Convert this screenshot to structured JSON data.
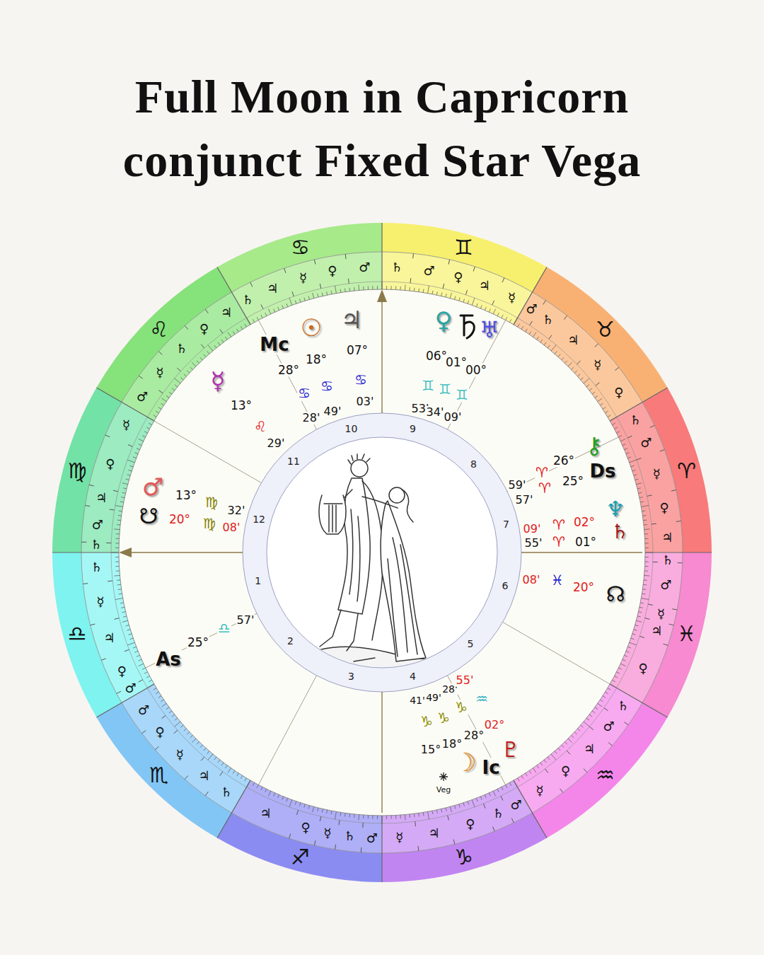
{
  "diagram": {
    "title": "Full Moon in Capricorn conjunct Fixed Star Vega",
    "labels": [
      "♈",
      "♉",
      "♊",
      "♋",
      "♌",
      "♍",
      "♎",
      "♏",
      "♐",
      "♑",
      "♒",
      "♓",
      "♃",
      "♀",
      "☿",
      "♂",
      "♄",
      "♀",
      "☿",
      "♃",
      "♄",
      "♂",
      "☿",
      "♃",
      "♀",
      "♂",
      "♄",
      "♂",
      "♀",
      "☿",
      "♃",
      "♄",
      "♃",
      "♀",
      "♄",
      "☿",
      "♂",
      "☿",
      "♀",
      "♃",
      "♂",
      "♄",
      "♄",
      "☿",
      "♃",
      "♀",
      "♂",
      "♂",
      "♀",
      "☿",
      "♃",
      "♄",
      "♃",
      "♀",
      "☿",
      "♄",
      "♂",
      "☿",
      "♃",
      "♀",
      "♄",
      "♂",
      "☿",
      "♀",
      "♃",
      "♂",
      "♄",
      "♀",
      "♃",
      "☿",
      "♂",
      "♄",
      "1",
      "2",
      "3",
      "4",
      "5",
      "6",
      "7",
      "8",
      "9",
      "10",
      "11",
      "12",
      "Mc",
      "☉",
      "♃",
      "28°",
      "18°",
      "07°",
      "♋",
      "♋",
      "♋",
      "28'",
      "49'",
      "03'",
      "♀",
      "♅",
      "06°",
      "01°",
      "00°",
      "♊",
      "♊",
      "♊",
      "53'",
      "34'",
      "09'",
      "⚷",
      "26°",
      "25°",
      "Ds",
      "♈",
      "♈",
      "59'",
      "57'",
      "♆",
      "♄",
      "09'",
      "♈",
      "02°",
      "55'",
      "♈",
      "01°",
      "08'",
      "♓",
      "20°",
      "☊",
      "☿",
      "13°",
      "♌",
      "29'",
      "♂",
      "☋",
      "13°",
      "20°",
      "♍",
      "♍",
      "32'",
      "08'",
      "As",
      "25°",
      "♎",
      "57'",
      "41'",
      "49'",
      "28'",
      "55'",
      "♑",
      "♑",
      "♑",
      "♒",
      "15°",
      "18°",
      "28°",
      "02°",
      "♇",
      "Veg",
      "☽",
      "Ic"
    ]
  }
}
